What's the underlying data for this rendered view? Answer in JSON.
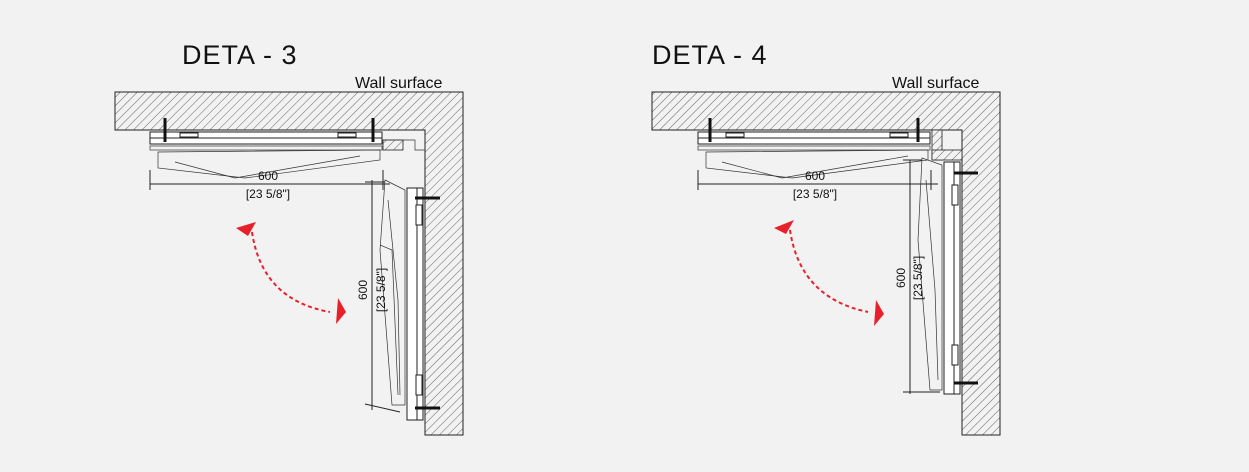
{
  "details": [
    {
      "title": "DETA - 3",
      "wall_label": "Wall surface",
      "horizontal_dimension": {
        "value": "600",
        "inch": "[23 5/8\"]"
      },
      "vertical_dimension": {
        "value": "600",
        "inch": "[23 5/8\"]"
      }
    },
    {
      "title": "DETA - 4",
      "wall_label": "Wall surface",
      "horizontal_dimension": {
        "value": "600",
        "inch": "[23 5/8\"]"
      },
      "vertical_dimension": {
        "value": "600",
        "inch": "[23 5/8\"]"
      }
    }
  ],
  "colors": {
    "background": "#f2f2f2",
    "line": "#222222",
    "arrow": "#e8202a",
    "wall_hatch": "#444444"
  },
  "icons": [
    "rotation-arrow-icon",
    "bolt-icon"
  ]
}
